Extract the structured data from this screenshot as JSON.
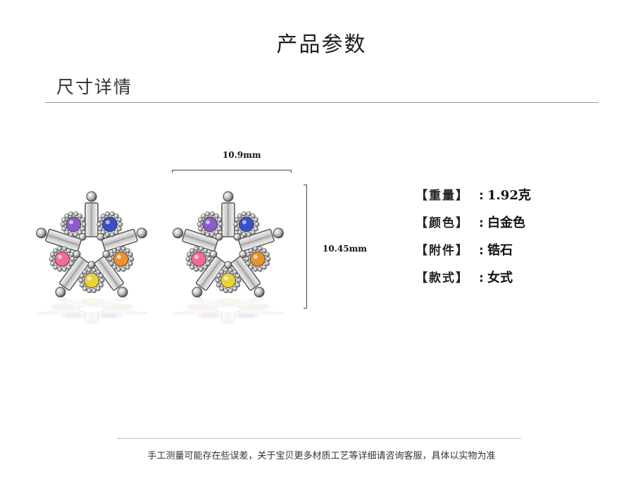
{
  "header": {
    "title": "产品参数"
  },
  "section": {
    "title": "尺寸详情"
  },
  "dimensions": {
    "width_label": "10.9mm",
    "height_label": "10.45mm"
  },
  "specs": [
    {
      "label": "【重量】",
      "colon": ":",
      "value": "1.92克"
    },
    {
      "label": "【颜色】",
      "colon": ":",
      "value": "白金色"
    },
    {
      "label": "【附件】",
      "colon": ":",
      "value": "锆石"
    },
    {
      "label": "【款式】",
      "colon": ":",
      "value": "女式"
    }
  ],
  "footer": {
    "note": "手工测量可能存在些误差，关于宝贝更多材质工艺等详细请咨询客服，具体以实物为准"
  },
  "gem_colors": {
    "purple": "#8b5cc8",
    "blue": "#3b4fc4",
    "orange": "#e8932f",
    "yellow": "#e8d23a",
    "pink": "#f06a9a"
  }
}
